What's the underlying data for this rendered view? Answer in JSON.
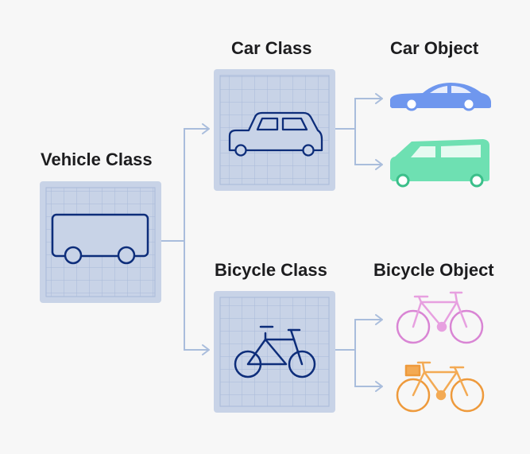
{
  "labels": {
    "vehicle_class": "Vehicle Class",
    "car_class": "Car Class",
    "car_object": "Car Object",
    "bicycle_class": "Bicycle Class",
    "bicycle_object": "Bicycle Object"
  },
  "colors": {
    "background": "#f7f7f7",
    "blueprint_fill": "#c8d3e7",
    "blueprint_grid": "#a8b9d8",
    "outline": "#0d2d7a",
    "connector": "#a9bddc",
    "car_object_blue": "#6f97ee",
    "car_object_green": "#6ee0b2",
    "bicycle_object_pink": "#e7a0e0",
    "bicycle_object_orange": "#f3aa54"
  },
  "icons": {
    "vehicle": "bus-outline-icon",
    "car": "car-outline-icon",
    "bicycle": "bicycle-outline-icon",
    "sedan_object": "sedan-icon",
    "van_object": "van-icon",
    "pink_bicycle_object": "bicycle-icon",
    "orange_bicycle_object": "bicycle-with-basket-icon"
  }
}
